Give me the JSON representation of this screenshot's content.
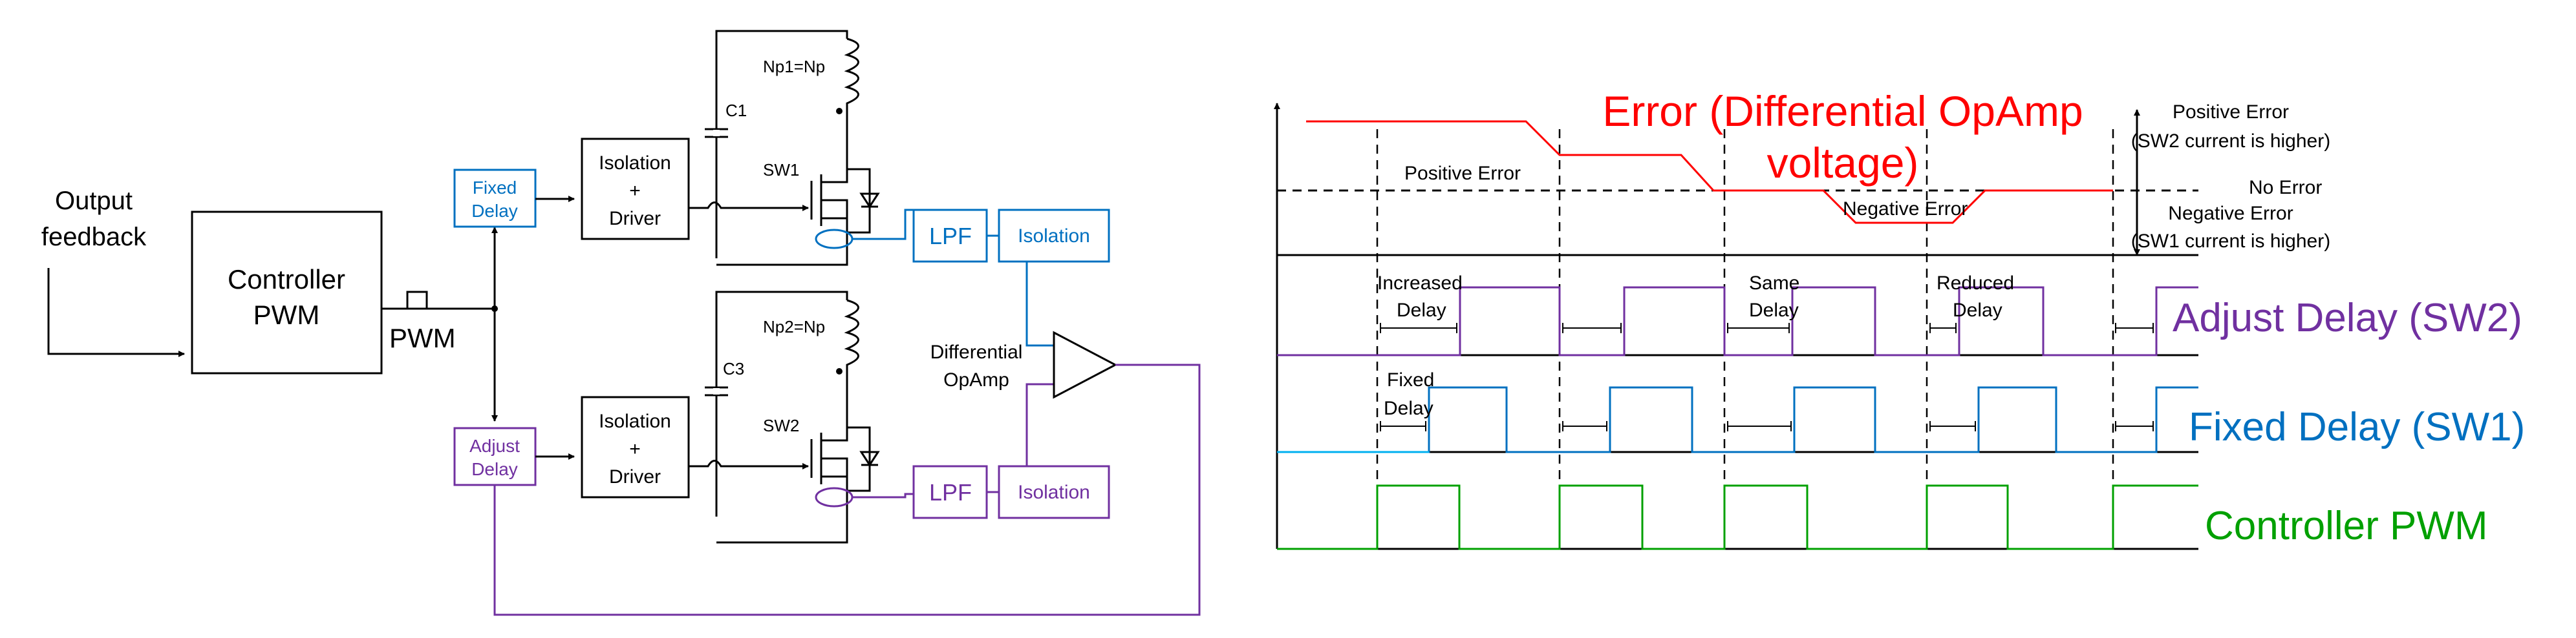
{
  "circuit": {
    "output_feedback": [
      "Output",
      "feedback"
    ],
    "controller": [
      "Controller",
      "PWM"
    ],
    "pwm_label": "PWM",
    "fixed_delay": [
      "Fixed",
      "Delay"
    ],
    "adjust_delay": [
      "Adjust",
      "Delay"
    ],
    "iso_driver_top": [
      "Isolation",
      "+",
      "Driver"
    ],
    "iso_driver_bottom": [
      "Isolation",
      "+",
      "Driver"
    ],
    "c1": "C1",
    "c3": "C3",
    "sw1": "SW1",
    "sw2": "SW2",
    "np1": "Np1=Np",
    "np2": "Np2=Np",
    "lpf_top": "LPF",
    "lpf_bottom": "LPF",
    "isolation_top": "Isolation",
    "isolation_bottom": "Isolation",
    "opamp": [
      "Differential",
      "OpAmp"
    ]
  },
  "timing": {
    "error_title": [
      "Error (Differential OpAmp",
      "voltage)"
    ],
    "positive_error_note": "Positive Error",
    "negative_error_note": "Negative Error",
    "positive_error_right": [
      "Positive Error",
      "(SW2 current is higher)"
    ],
    "no_error": "No Error",
    "negative_error_right": [
      "Negative Error",
      "(SW1 current is higher)"
    ],
    "increased_delay": [
      "Increased",
      "Delay"
    ],
    "same_delay": [
      "Same",
      "Delay"
    ],
    "reduced_delay": [
      "Reduced",
      "Delay"
    ],
    "fixed_delay_note": [
      "Fixed",
      "Delay"
    ],
    "adjust_delay_sw2": "Adjust Delay (SW2)",
    "fixed_delay_sw1": "Fixed Delay (SW1)",
    "controller_pwm": "Controller PWM"
  },
  "colors": {
    "black": "#000000",
    "blue": "#0070c0",
    "purple": "#7030a0",
    "red": "#ff0000",
    "green": "#00a000",
    "cyan": "#00b0f0"
  }
}
